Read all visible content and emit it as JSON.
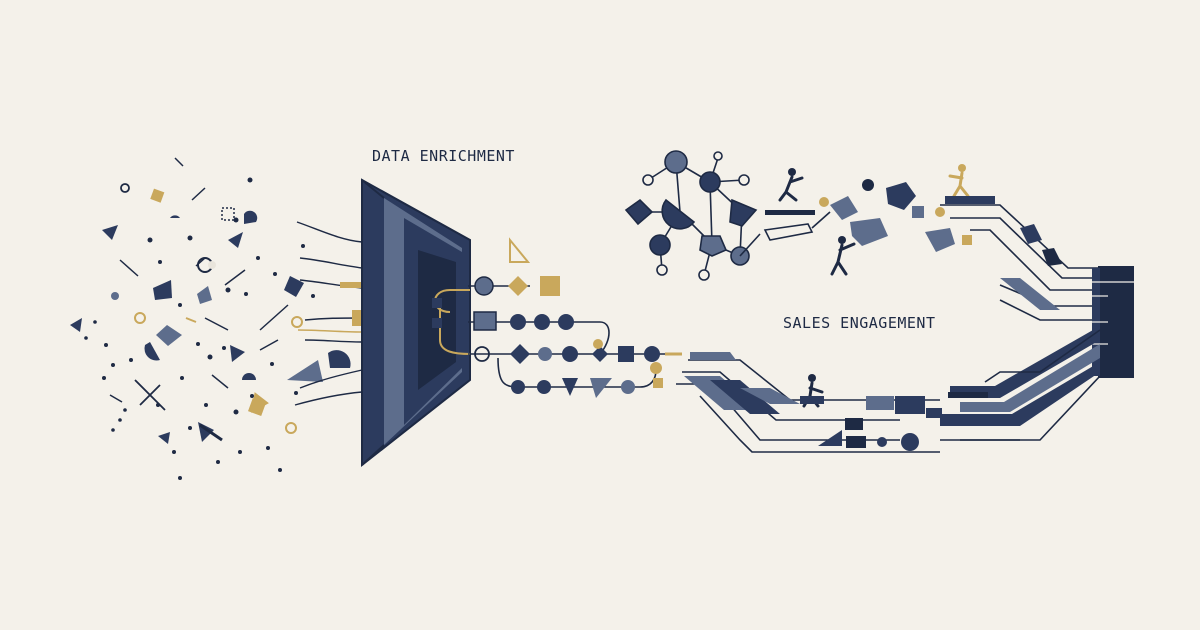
{
  "labels": {
    "enrichment": "DATA ENRICHMENT",
    "engagement": "SALES ENGAGEMENT"
  },
  "colors": {
    "navy": "#2c3b5e",
    "slate": "#5d6d8c",
    "dark": "#1e2a44",
    "gold": "#c9a85c",
    "background": "#f4f1ea"
  },
  "icons": [
    "scattered-data-particles",
    "enrichment-funnel",
    "node-network",
    "person-figure",
    "pipeline-stream",
    "sales-endpoint-block"
  ]
}
